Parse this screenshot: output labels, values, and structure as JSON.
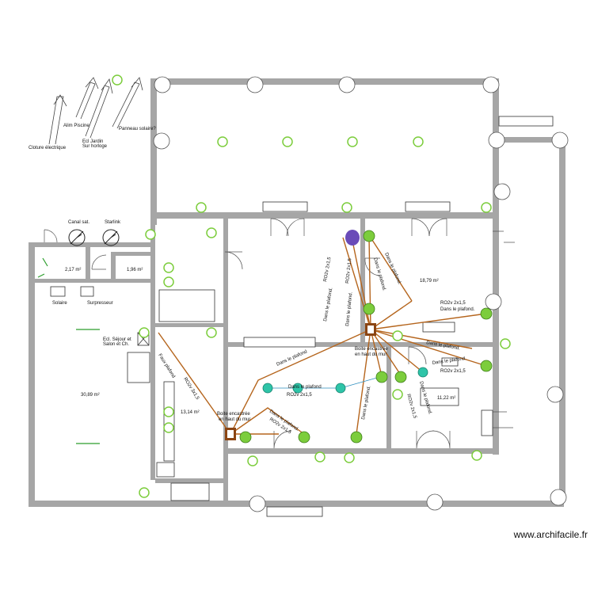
{
  "legend": {
    "cloture": "Cloture électrique",
    "piscine": "Alim Piscine",
    "jardin_1": "Ecl Jardin",
    "jardin_2": "Sur horloge",
    "solaire": "Panneau solaire?"
  },
  "devices": {
    "canal": "Canal sat.",
    "starlink": "Starlink",
    "solaire": "Solaire",
    "surpresseur": "Surpresseur"
  },
  "areas": {
    "a1": "2,17 m²",
    "a2": "1,96 m²",
    "a3": "30,89 m²",
    "a4": "13,14 m²",
    "a5": "18,79 m²",
    "a6": "11,22 m²"
  },
  "notes": {
    "sejour_1": "Ecl. Séjour et",
    "sejour_2": "Salon et Ch.",
    "boite_left_1": "Boite encastrée",
    "boite_left_2": "en haut du mur",
    "boite_right_1": "Boite encastrée",
    "boite_right_2": "en haut du mur",
    "faux_plafond": "Faux plafond",
    "plafond": "Dans le plafond",
    "plafond2": "Dans le plafond.",
    "cable_3x": "RO2v 3x1,5",
    "cable_2x": "RO2v 2x1,5"
  },
  "watermark": "www.archifacile.fr",
  "colors": {
    "wall": "#a6a6a6",
    "cable": "#b5651d",
    "lamp_green": "#7ccd3c",
    "lamp_teal": "#2ec4a8",
    "fan_purple": "#6a4bb8"
  }
}
